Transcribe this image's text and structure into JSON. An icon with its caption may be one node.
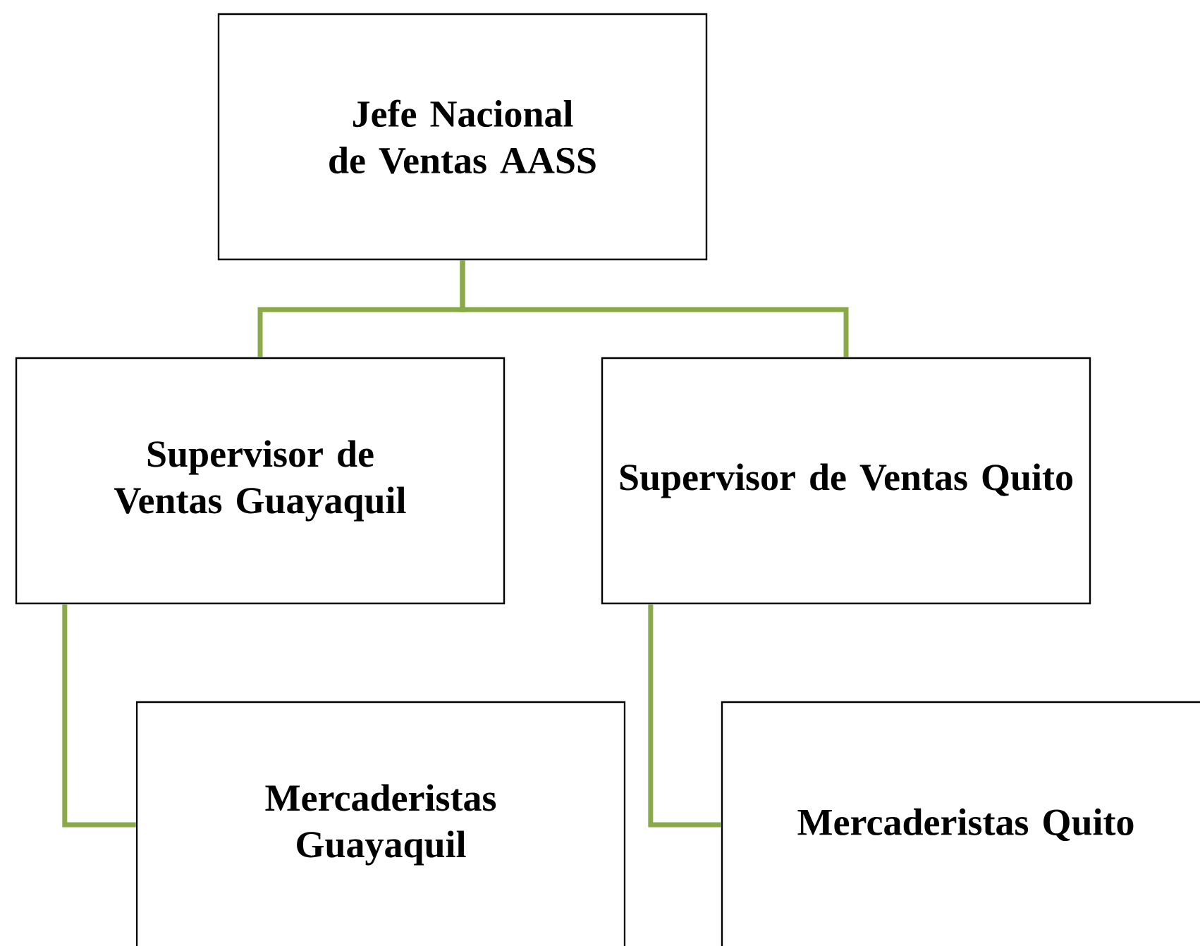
{
  "diagram": {
    "nodes": [
      {
        "text": [
          "Jefe Nacional de Ventas AASS"
        ]
      },
      {
        "text": [
          "Supervisor de Ventas Guayaquil"
        ]
      },
      {
        "text": [
          "Supervisor de Ventas Quito"
        ]
      },
      {
        "text": [
          "Mercaderistas Guayaquil"
        ]
      },
      {
        "text": [
          "Mercaderistas Quito"
        ]
      }
    ],
    "edges": [
      {
        "from": 0,
        "to": 1,
        "arrow": "none"
      },
      {
        "from": 0,
        "to": 2,
        "arrow": "none"
      },
      {
        "from": 1,
        "to": 3,
        "arrow": "none"
      },
      {
        "from": 2,
        "to": 4,
        "arrow": "none"
      }
    ]
  }
}
